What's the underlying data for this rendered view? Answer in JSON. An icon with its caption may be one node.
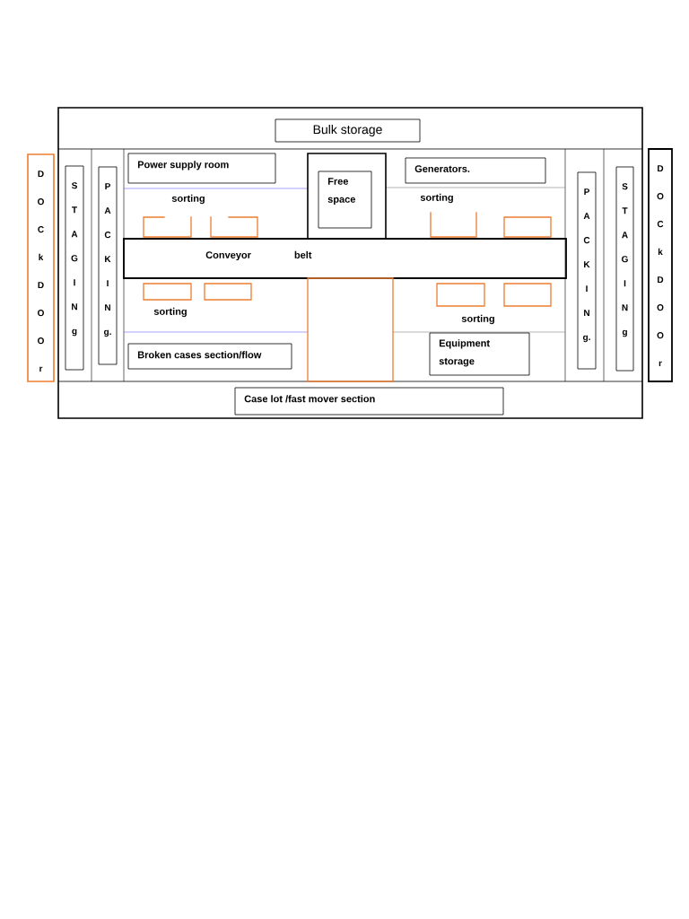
{
  "diagram": {
    "nodes": [
      {
        "text": [],
        "shape": "box"
      },
      {
        "text": [
          "Bulk storage"
        ],
        "in": 0
      },
      {
        "text": [
          "D O C k D O O r"
        ]
      },
      {
        "text": [
          "S T A G I N g"
        ],
        "in": 0
      },
      {
        "text": [
          "P A C K I N g."
        ],
        "in": 0
      },
      {
        "text": [
          "Power supply room"
        ],
        "in": 0
      },
      {
        "text": [],
        "shape": "box",
        "in": 0
      },
      {
        "text": [
          "Free space"
        ],
        "in": 6
      },
      {
        "text": [
          "Generators."
        ],
        "in": 0
      },
      {
        "text": [
          "P A C K I N g."
        ],
        "in": 0
      },
      {
        "text": [
          "S T A G I N g"
        ],
        "in": 0
      },
      {
        "text": [
          "D O C k D O O r"
        ]
      },
      {
        "text": [],
        "shape": "box",
        "in": 0
      },
      {
        "text": [],
        "shape": "box",
        "in": 0
      },
      {
        "text": [],
        "shape": "box",
        "in": 0
      },
      {
        "text": [],
        "shape": "box",
        "in": 0
      },
      {
        "text": [
          "Conveyor belt"
        ],
        "in": 0
      },
      {
        "text": [],
        "shape": "box",
        "in": 0
      },
      {
        "text": [],
        "shape": "box",
        "in": 0
      },
      {
        "text": [],
        "shape": "box",
        "in": 0
      },
      {
        "text": [],
        "shape": "box",
        "in": 0
      },
      {
        "text": [],
        "shape": "box",
        "in": 0
      },
      {
        "text": [
          "Broken cases section/flow"
        ],
        "in": 0
      },
      {
        "text": [
          "Equipment storage"
        ],
        "in": 0
      },
      {
        "text": [
          "Case lot /fast mover section"
        ],
        "in": 0
      }
    ],
    "edges": [],
    "labels": [
      "sorting",
      "sorting",
      "sorting",
      "sorting"
    ]
  }
}
